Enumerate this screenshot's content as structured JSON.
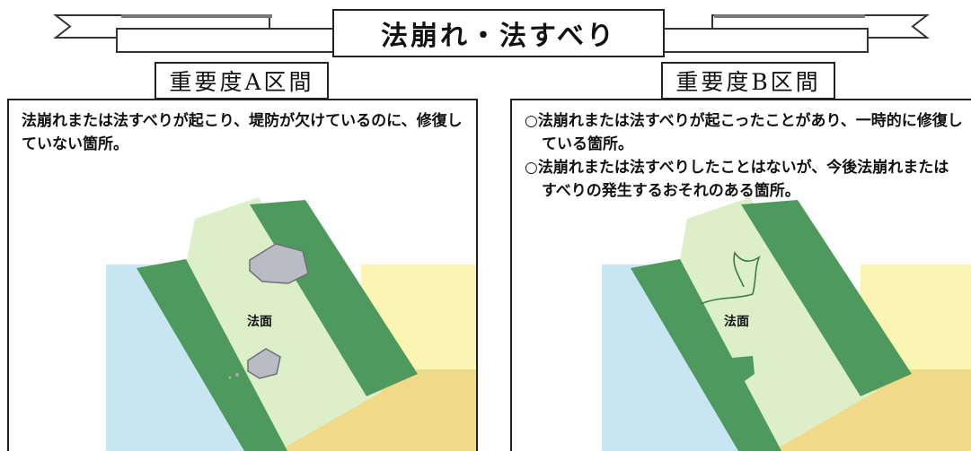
{
  "header": {
    "title": "法崩れ・法すべり"
  },
  "sections": [
    {
      "label": "重要度A区間",
      "description": "法崩れまたは法すべりが起こり、堤防が欠けているのに、修復していない箇所。",
      "diagram_label": "法面"
    },
    {
      "label": "重要度B区間",
      "items": [
        "○法崩れまたは法すべりが起こったことがあり、一時的に修復している箇所。",
        "○法崩れまたは法すべりしたことはないが、今後法崩れまたはすべりの発生するおそれのある箇所。"
      ],
      "diagram_label": "法面"
    }
  ],
  "colors": {
    "water": "#c8e6f2",
    "levee_slope": "#4e9a5e",
    "levee_face": "#dcefc9",
    "ground": "#fbf5b4",
    "ground_dark": "#f1d98a",
    "rock": "#b9bcc2"
  }
}
